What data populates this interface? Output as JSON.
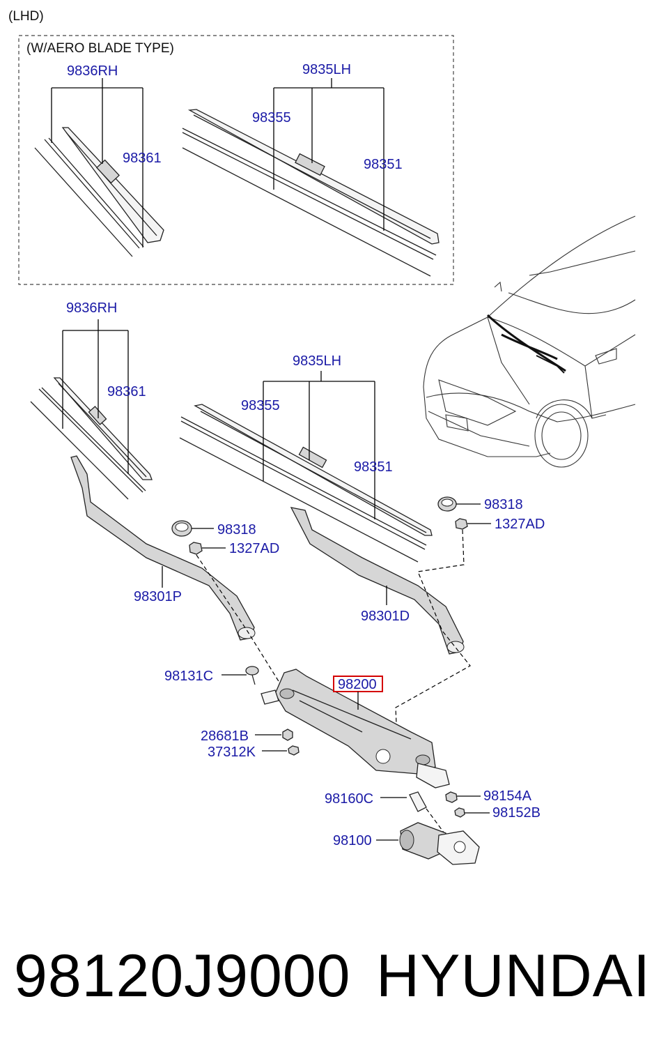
{
  "header": {
    "region_label": "(LHD)"
  },
  "inset": {
    "caption": "(W/AERO BLADE TYPE)"
  },
  "labels": {
    "inset_rh_blade": "9836RH",
    "inset_lh_blade": "9835LH",
    "inset_rh_refill": "98361",
    "inset_lh_refill_a": "98355",
    "inset_lh_refill_b": "98351",
    "rh_blade": "9836RH",
    "rh_refill": "98361",
    "lh_blade": "9835LH",
    "lh_refill_a": "98355",
    "lh_refill_b": "98351",
    "cap_left": "98318",
    "nut_left": "1327AD",
    "cap_right": "98318",
    "nut_right": "1327AD",
    "arm_passenger": "98301P",
    "arm_driver": "98301D",
    "bolt": "98131C",
    "linkage": "98200",
    "bushing": "28681B",
    "nut_small": "37312K",
    "crank": "98160C",
    "washer": "98154A",
    "nut_motor": "98152B",
    "motor": "98100"
  },
  "highlight": {
    "part": "98200",
    "color": "#d40000"
  },
  "footer": {
    "part_number": "98120J9000",
    "brand": "HYUNDAI"
  },
  "colors": {
    "label_blue": "#1a1aa6",
    "line_black": "#000000"
  }
}
